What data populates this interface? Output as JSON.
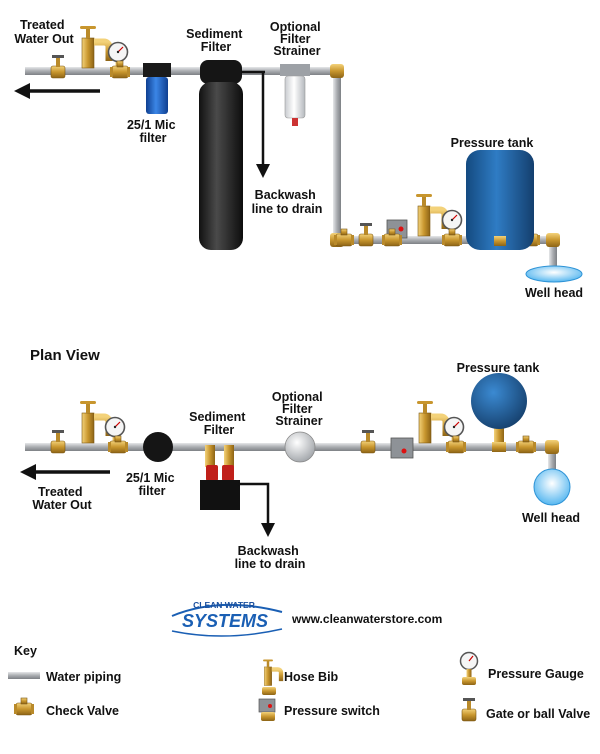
{
  "elevation": {
    "treated_water_out": [
      "Treated",
      "Water Out"
    ],
    "sediment_filter": [
      "Sediment",
      "Filter"
    ],
    "optional_filter_strainer": [
      "Optional",
      "Filter",
      "Strainer"
    ],
    "mic_filter": [
      "25/1 Mic",
      "filter"
    ],
    "backwash": [
      "Backwash",
      "line to drain"
    ],
    "pressure_tank": "Pressure tank",
    "well_head": "Well head"
  },
  "plan": {
    "title": "Plan View",
    "pressure_tank": "Pressure tank",
    "sediment_filter": [
      "Sediment",
      "Filter"
    ],
    "optional_filter_strainer": [
      "Optional",
      "Filter",
      "Strainer"
    ],
    "mic_filter": [
      "25/1 Mic",
      "filter"
    ],
    "treated_water_out": [
      "Treated",
      "Water Out"
    ],
    "backwash": [
      "Backwash",
      "line to drain"
    ],
    "well_head": "Well head"
  },
  "brand": {
    "line1": "CLEAN WATER",
    "line2": "SYSTEMS",
    "url": "www.cleanwaterstore.com"
  },
  "key": {
    "title": "Key",
    "water_piping": "Water piping",
    "check_valve": "Check Valve",
    "hose_bib": "Hose Bib",
    "pressure_switch": "Pressure switch",
    "pressure_gauge": "Pressure Gauge",
    "gate_valve": "Gate or ball Valve"
  },
  "colors": {
    "pipe": "#a9acb0",
    "brass": "#c8962e",
    "tank_blue": "#1f5f9e",
    "filter_black": "#1c1c1c",
    "mic_filter_blue": "#1e63c8",
    "drain_line": "#111111"
  }
}
